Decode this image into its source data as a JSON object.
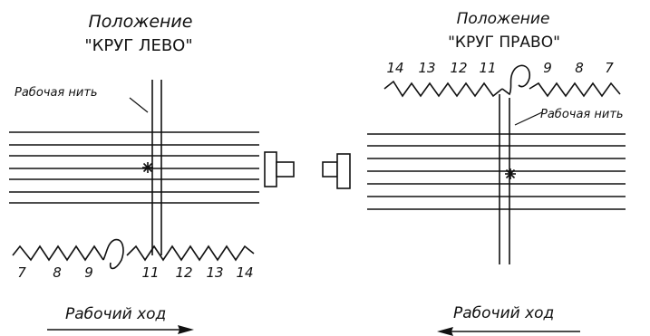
{
  "left": {
    "title_line1": "Положение",
    "title_line2": "\"КРУГ ЛЕВО\"",
    "thread_label": "Рабочая нить",
    "needle_numbers": [
      "7",
      "8",
      "9",
      "11",
      "12",
      "13",
      "14"
    ],
    "direction_label": "Рабочий ход",
    "direction": "right"
  },
  "right": {
    "title_line1": "Положение",
    "title_line2": "\"КРУГ ПРАВО\"",
    "thread_label": "Рабочая нить",
    "needle_numbers": [
      "14",
      "13",
      "12",
      "11",
      "9",
      "8",
      "7"
    ],
    "direction_label": "Рабочий ход",
    "direction": "left"
  },
  "colors": {
    "ink": "#111111",
    "background": "#ffffff"
  }
}
